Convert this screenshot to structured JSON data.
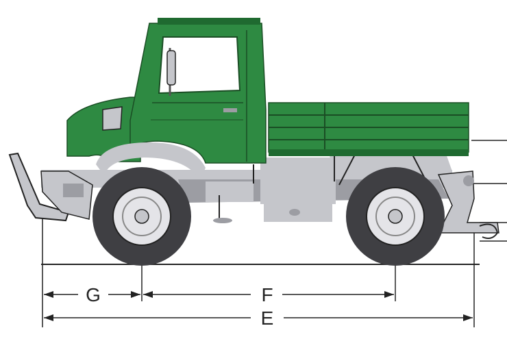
{
  "diagram": {
    "colors": {
      "body": "#2e8a42",
      "body_dark": "#1f6a30",
      "body_light": "#4aa85c",
      "chassis": "#c5c6cb",
      "chassis_dark": "#9c9da3",
      "tire": "#3f3f43",
      "tire_dark": "#2a2a2d",
      "rim": "#e4e4e8",
      "window": "#ffffff",
      "line": "#222222"
    },
    "dimensions": {
      "g_label": "G",
      "f_label": "F",
      "e_label": "E"
    }
  }
}
